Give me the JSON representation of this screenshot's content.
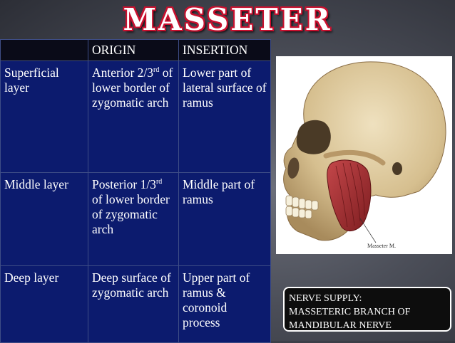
{
  "slide": {
    "title": "MASSETER"
  },
  "table": {
    "headers": [
      "",
      "ORIGIN",
      "INSERTION"
    ],
    "rows": [
      {
        "layer": "Superficial layer",
        "origin_pre": "Anterior 2/3",
        "origin_sup": "rd",
        "origin_post": " of lower border of zygomatic arch",
        "insertion": "Lower part of lateral surface of ramus"
      },
      {
        "layer": "Middle layer",
        "origin_pre": "Posterior 1/3",
        "origin_sup": "rd",
        "origin_post": " of lower border of zygomatic arch",
        "insertion": "Middle part of ramus"
      },
      {
        "layer": "Deep layer",
        "origin_pre": "Deep surface of zygomatic arch",
        "origin_sup": "",
        "origin_post": "",
        "insertion": "Upper part of ramus & coronoid process"
      }
    ]
  },
  "image": {
    "caption": "Masseter M."
  },
  "nerve_supply": {
    "line1": "NERVE SUPPLY:",
    "line2": "MASSETERIC BRANCH OF",
    "line3": "MANDIBULAR NERVE"
  },
  "colors": {
    "table_body": "#0c1b6e",
    "table_header": "#0a0b18",
    "title_outline": "#c8102e",
    "muscle": "#9e2a2b"
  }
}
